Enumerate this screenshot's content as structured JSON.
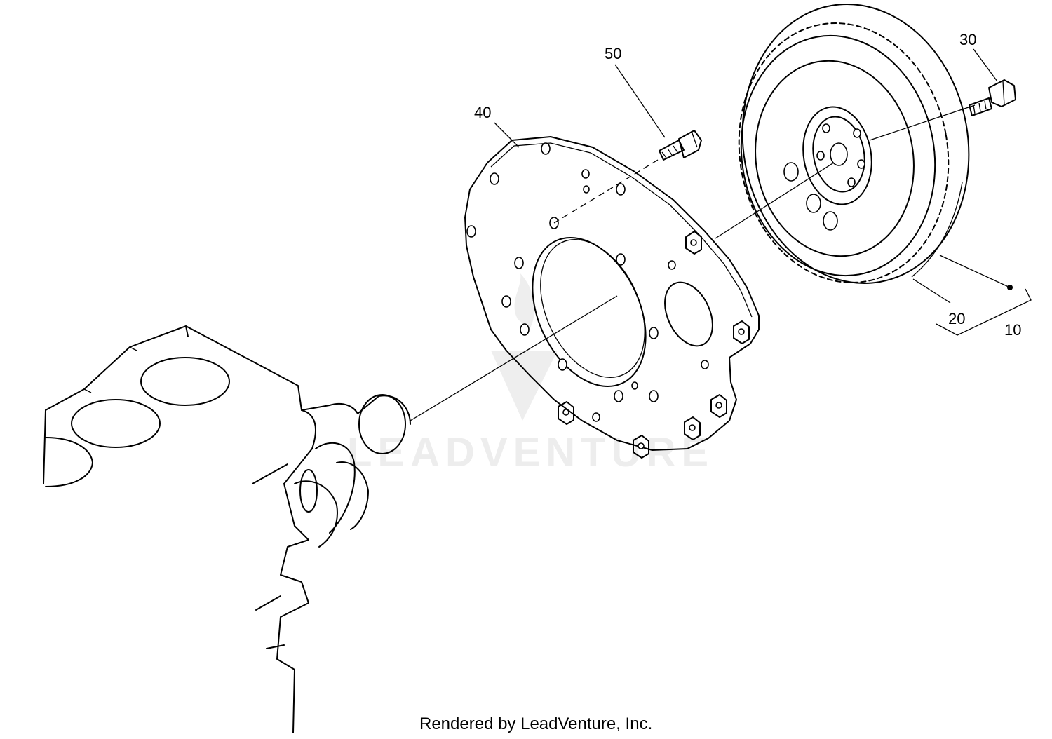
{
  "callouts": {
    "c10": "10",
    "c20": "20",
    "c30": "30",
    "c40": "40",
    "c50": "50"
  },
  "footer": {
    "rendered_by": "Rendered by LeadVenture, Inc."
  },
  "watermark": {
    "text": "LEADVENTURE"
  }
}
